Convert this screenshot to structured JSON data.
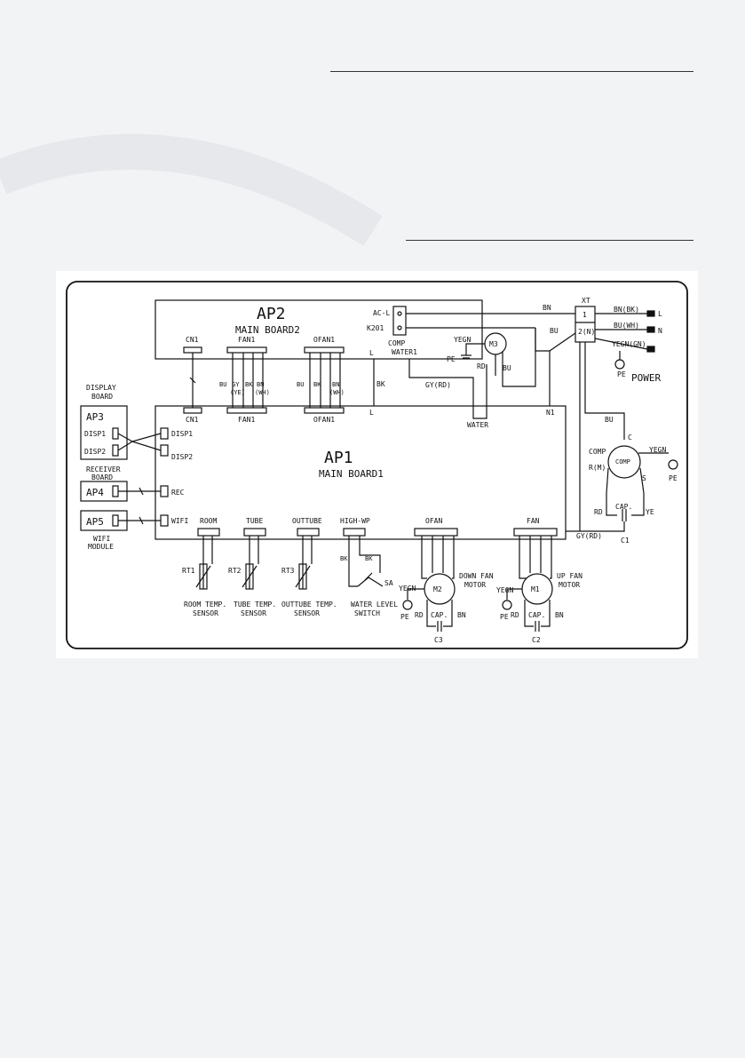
{
  "boards": {
    "ap2": {
      "id": "AP2",
      "name": "MAIN BOARD2"
    },
    "ap1": {
      "id": "AP1",
      "name": "MAIN BOARD1"
    },
    "ap3": {
      "id": "AP3",
      "caption": "DISPLAY BOARD",
      "caption_l1": "DISPLAY",
      "caption_l2": "BOARD",
      "port1": "DISP1",
      "port2": "DISP2"
    },
    "ap4": {
      "id": "AP4",
      "caption_l1": "RECEIVER",
      "caption_l2": "BOARD"
    },
    "ap5": {
      "id": "AP5",
      "caption_l1": "WIFI",
      "caption_l2": "MODULE"
    }
  },
  "ap2_terminals": {
    "cn1": "CN1",
    "fan1": "FAN1",
    "ofan1": "OFAN1",
    "ac_l": "AC-L",
    "k201": "K201",
    "comp": "COMP",
    "water1": "WATER1"
  },
  "ap1_terminals": {
    "cn1": "CN1",
    "fan1": "FAN1",
    "ofan1": "OFAN1",
    "disp1": "DISP1",
    "disp2": "DISP2",
    "rec": "REC",
    "wifi": "WIFI",
    "room": "ROOM",
    "tube": "TUBE",
    "outtube": "OUTTUBE",
    "high_wp": "HIGH-WP",
    "ofan": "OFAN",
    "fan": "FAN",
    "n1": "N1",
    "water": "WATER"
  },
  "wire_colors": {
    "bu": "BU",
    "gy": "GY",
    "ye_p": "(YE)",
    "bk": "BK",
    "bn": "BN",
    "wh_p": "(WH)",
    "l": "L",
    "gy_rd": "GY(RD)",
    "rd": "RD",
    "ye": "YE",
    "yegn": "YEGN",
    "n": "N"
  },
  "xt": {
    "label": "XT",
    "t1": "1",
    "t2": "2(N)",
    "bn_bk": "BN(BK)",
    "bu_wh": "BU(WH)",
    "yegn_gn": "YEGN(GN)"
  },
  "power": {
    "title": "POWER",
    "pe": "PE",
    "l": "L",
    "n": "N"
  },
  "components": {
    "m3": "M3",
    "comp": {
      "title": "COMP",
      "inner": "COMP",
      "r_m": "R(M)",
      "c": "C",
      "s": "S",
      "cap": "CAP.",
      "c1": "C1"
    },
    "m2": {
      "id": "M2",
      "label_l1": "DOWN FAN",
      "label_l2": "MOTOR",
      "cap": "CAP.",
      "c3": "C3"
    },
    "m1": {
      "id": "M1",
      "label_l1": "UP FAN",
      "label_l2": "MOTOR",
      "cap": "CAP.",
      "c2": "C2"
    },
    "rt1": "RT1",
    "rt2": "RT2",
    "rt3": "RT3",
    "sa": "SA",
    "room_sensor_l1": "ROOM TEMP.",
    "room_sensor_l2": "SENSOR",
    "tube_sensor_l1": "TUBE TEMP.",
    "tube_sensor_l2": "SENSOR",
    "outtube_sensor_l1": "OUTTUBE TEMP.",
    "outtube_sensor_l2": "SENSOR",
    "water_switch_l1": "WATER LEVEL",
    "water_switch_l2": "SWITCH"
  }
}
